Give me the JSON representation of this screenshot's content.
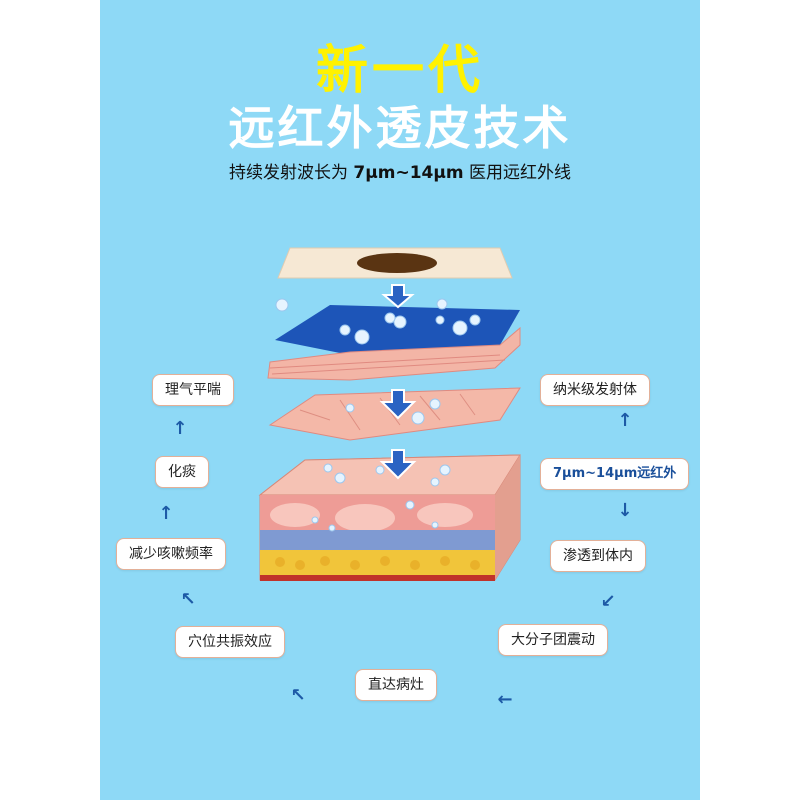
{
  "heading": {
    "line1": "新一代",
    "line2": "远红外透皮技术",
    "subtitle_prefix": "持续发射波长为 ",
    "subtitle_value": "7μm~14μm",
    "subtitle_suffix": " 医用远红外线"
  },
  "left_flow": {
    "items": [
      "理气平喘",
      "化痰",
      "减少咳嗽频率",
      "穴位共振效应"
    ]
  },
  "bottom_flow": {
    "item": "直达病灶"
  },
  "right_flow": {
    "items": [
      "纳米级发射体",
      "7μm~14μm远红外",
      "渗透到体内",
      "大分子团震动"
    ]
  },
  "colors": {
    "background": "#8ed9f6",
    "title_yellow": "#fff200",
    "arrow_blue": "#1d5aa6"
  }
}
